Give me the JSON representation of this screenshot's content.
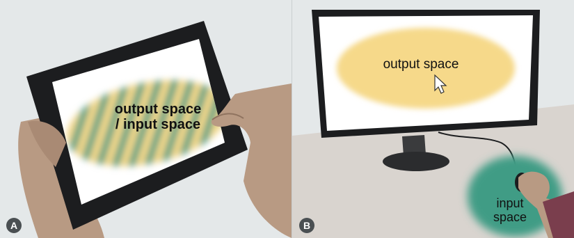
{
  "panel_a": {
    "badge": "A",
    "label_line1": "output space",
    "label_line2": "/ input space"
  },
  "panel_b": {
    "badge": "B",
    "output_label": "output space",
    "input_label_line1": "input",
    "input_label_line2": "space"
  },
  "colors": {
    "background": "#e4e8e9",
    "output_yellow": "#f6d98a",
    "input_teal": "#3f9c85",
    "device_frame": "#1c1d1f",
    "badge": "#4a4f52"
  }
}
